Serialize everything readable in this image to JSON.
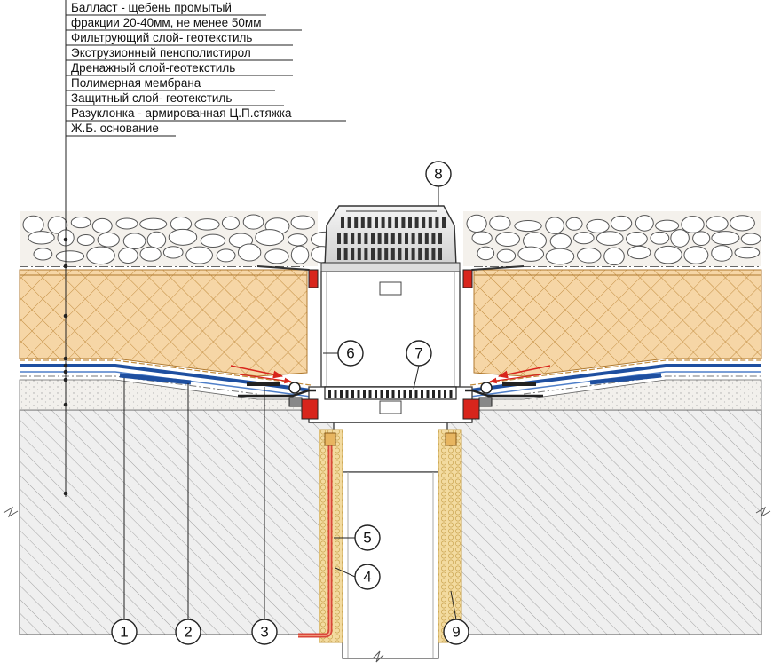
{
  "legend": {
    "items": [
      "Балласт - щебень промытый",
      "фракции 20-40мм, не менее 50мм",
      "Фильтрующий слой- геотекстиль",
      "Экструзионный пенополистирол",
      "Дренажный слой-геотекстиль",
      "Полимерная мембрана",
      "Защитный слой- геотекстиль",
      "Разуклонка - армированная Ц.П.стяжка",
      "Ж.Б. основание"
    ]
  },
  "callouts": [
    "1",
    "2",
    "3",
    "4",
    "5",
    "6",
    "7",
    "8",
    "9"
  ],
  "colors": {
    "insulation": "#f6d6a6",
    "insulation_grid": "#c08a3c",
    "membrane_blue": "#1e4fa0",
    "screed": "#f3f1ee",
    "concrete": "#eeeeee",
    "gravel_fill": "#f4f1ec",
    "heating_cable": "#d9463a",
    "seal_red": "#d8251c",
    "ceramic_fill": "#f3dba0"
  }
}
